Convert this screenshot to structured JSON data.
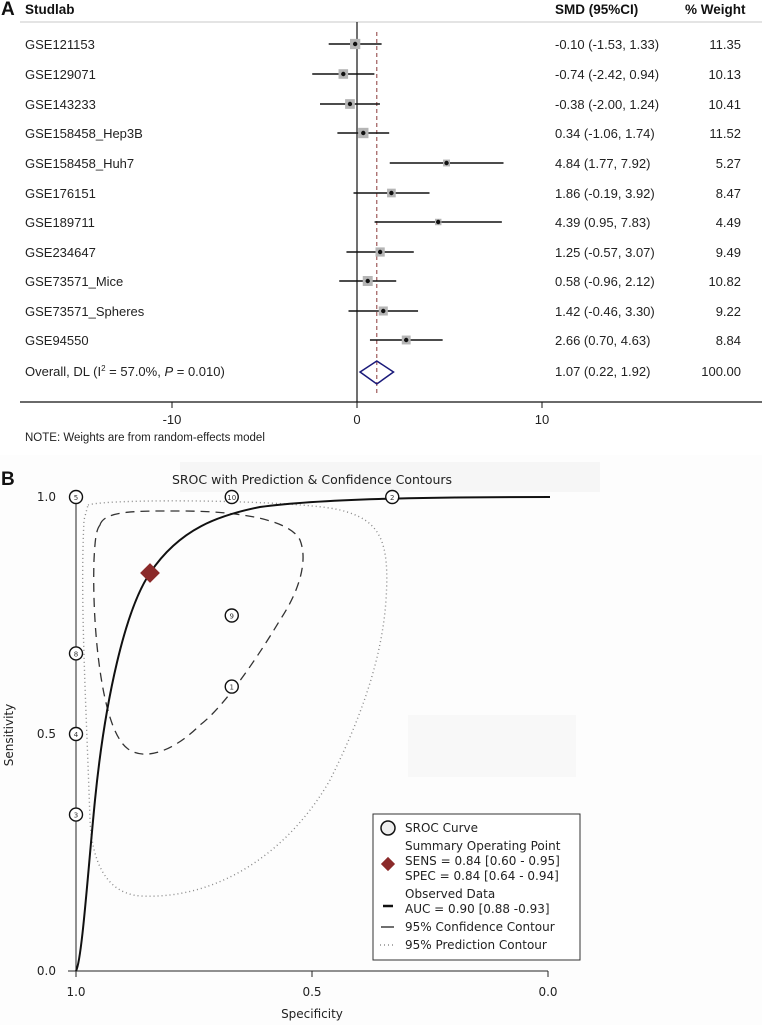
{
  "panel_a": {
    "letter": "A",
    "header": {
      "study": "Studlab",
      "smd": "SMD (95%CI)",
      "weight": "% Weight"
    },
    "note": "NOTE: Weights are from random-effects model",
    "overall_label_prefix": "Overall, DL (I",
    "overall_label_sup": "2",
    "overall_label_mid": " = 57.0%, ",
    "overall_label_p": "P",
    "overall_label_suffix": " = 0.010)",
    "axis_ticks": [
      {
        "value": -10,
        "label": "-10"
      },
      {
        "value": 0,
        "label": "0"
      },
      {
        "value": 10,
        "label": "10"
      }
    ]
  },
  "panel_b": {
    "letter": "B",
    "title": "SROC with Prediction & Confidence Contours",
    "xlabel": "Specificity",
    "ylabel": "Sensitivity",
    "x_ticks": [
      {
        "value": 1.0,
        "label": "1.0"
      },
      {
        "value": 0.5,
        "label": "0.5"
      },
      {
        "value": 0.0,
        "label": "0.0"
      }
    ],
    "y_ticks": [
      {
        "value": 1.0,
        "label": "1.0"
      },
      {
        "value": 0.5,
        "label": "0.5"
      },
      {
        "value": 0.0,
        "label": "0.0"
      }
    ],
    "legend": [
      {
        "symbol": "circle",
        "lines": [
          "SROC Curve"
        ]
      },
      {
        "symbol": "diamond",
        "lines": [
          "Summary Operating Point",
          "SENS = 0.84 [0.60 - 0.95]",
          "SPEC = 0.84 [0.64 - 0.94]"
        ]
      },
      {
        "symbol": "thick-dash",
        "lines": [
          "Observed Data",
          "AUC = 0.90 [0.88 -0.93]"
        ]
      },
      {
        "symbol": "dash",
        "lines": [
          "95% Confidence Contour"
        ]
      },
      {
        "symbol": "dots",
        "lines": [
          "95% Prediction Contour"
        ]
      }
    ]
  },
  "colors": {
    "axis": "#111111",
    "marker_box": "#b5b5b5",
    "dashed_ref": "#8b3a3a",
    "diamond_overall": "#1a1a7a",
    "summary_point": "#8b2a2a",
    "contour": "#333333",
    "prediction": "#888888"
  },
  "chart_data": [
    {
      "type": "forest",
      "title": "",
      "xlabel": "",
      "ylabel": "",
      "xlim": [
        -20,
        20
      ],
      "reference_line": 0,
      "overall_line": 1.07,
      "columns": [
        "Studlab",
        "SMD (95%CI)",
        "% Weight"
      ],
      "studies": [
        {
          "name": "GSE121153",
          "smd": -0.1,
          "lo": -1.53,
          "hi": 1.33,
          "ci_text": "-0.10 (-1.53, 1.33)",
          "weight": "11.35"
        },
        {
          "name": "GSE129071",
          "smd": -0.74,
          "lo": -2.42,
          "hi": 0.94,
          "ci_text": "-0.74 (-2.42, 0.94)",
          "weight": "10.13"
        },
        {
          "name": "GSE143233",
          "smd": -0.38,
          "lo": -2.0,
          "hi": 1.24,
          "ci_text": "-0.38 (-2.00, 1.24)",
          "weight": "10.41"
        },
        {
          "name": "GSE158458_Hep3B",
          "smd": 0.34,
          "lo": -1.06,
          "hi": 1.74,
          "ci_text": "0.34 (-1.06, 1.74)",
          "weight": "11.52"
        },
        {
          "name": "GSE158458_Huh7",
          "smd": 4.84,
          "lo": 1.77,
          "hi": 7.92,
          "ci_text": "4.84 (1.77, 7.92)",
          "weight": "5.27"
        },
        {
          "name": "GSE176151",
          "smd": 1.86,
          "lo": -0.19,
          "hi": 3.92,
          "ci_text": "1.86 (-0.19, 3.92)",
          "weight": "8.47"
        },
        {
          "name": "GSE189711",
          "smd": 4.39,
          "lo": 0.95,
          "hi": 7.83,
          "ci_text": "4.39 (0.95, 7.83)",
          "weight": "4.49"
        },
        {
          "name": "GSE234647",
          "smd": 1.25,
          "lo": -0.57,
          "hi": 3.07,
          "ci_text": "1.25 (-0.57, 3.07)",
          "weight": "9.49"
        },
        {
          "name": "GSE73571_Mice",
          "smd": 0.58,
          "lo": -0.96,
          "hi": 2.12,
          "ci_text": "0.58 (-0.96, 2.12)",
          "weight": "10.82"
        },
        {
          "name": "GSE73571_Spheres",
          "smd": 1.42,
          "lo": -0.46,
          "hi": 3.3,
          "ci_text": "1.42 (-0.46, 3.30)",
          "weight": "9.22"
        },
        {
          "name": "GSE94550",
          "smd": 2.66,
          "lo": 0.7,
          "hi": 4.63,
          "ci_text": "2.66 (0.70, 4.63)",
          "weight": "8.84"
        }
      ],
      "overall": {
        "label": "Overall, DL (I² = 57.0%, P = 0.010)",
        "smd": 1.07,
        "lo": 0.22,
        "hi": 1.92,
        "ci_text": "1.07 (0.22, 1.92)",
        "weight": "100.00",
        "I2": "57.0%",
        "P": "0.010"
      },
      "x_ticks": [
        -10,
        0,
        10
      ],
      "note": "NOTE: Weights are from random-effects model"
    },
    {
      "type": "scatter",
      "title": "SROC with Prediction & Confidence Contours",
      "xlabel": "Specificity",
      "ylabel": "Sensitivity",
      "xlim": [
        1.0,
        0.0
      ],
      "ylim": [
        0.0,
        1.0
      ],
      "x_ticks": [
        1.0,
        0.5,
        0.0
      ],
      "y_ticks": [
        0.0,
        0.5,
        1.0
      ],
      "observed_points": [
        {
          "id": "5",
          "spec": 1.0,
          "sens": 1.0
        },
        {
          "id": "10",
          "spec": 0.67,
          "sens": 1.0
        },
        {
          "id": "2",
          "spec": 0.33,
          "sens": 1.0
        },
        {
          "id": "9",
          "spec": 0.67,
          "sens": 0.75
        },
        {
          "id": "1",
          "spec": 0.67,
          "sens": 0.6
        },
        {
          "id": "8",
          "spec": 1.0,
          "sens": 0.67
        },
        {
          "id": "4",
          "spec": 1.0,
          "sens": 0.5
        },
        {
          "id": "3",
          "spec": 1.0,
          "sens": 0.33
        }
      ],
      "summary_point": {
        "sens": 0.84,
        "sens_ci": [
          0.6,
          0.95
        ],
        "spec": 0.84,
        "spec_ci": [
          0.64,
          0.94
        ]
      },
      "auc": {
        "value": 0.9,
        "ci": [
          0.88,
          0.93
        ]
      },
      "legend": [
        "SROC Curve",
        "Summary Operating Point",
        "Observed Data",
        "95% Confidence Contour",
        "95% Prediction Contour"
      ],
      "legend_position": "lower right"
    }
  ]
}
